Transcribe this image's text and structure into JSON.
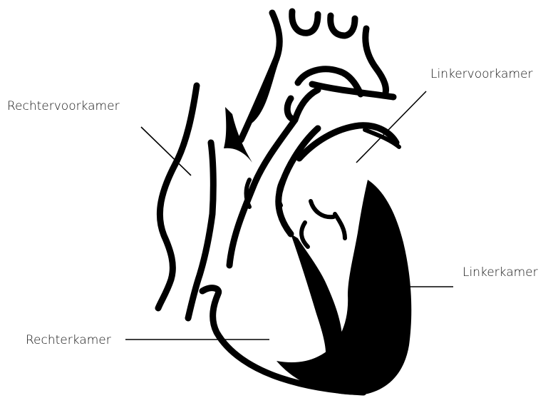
{
  "diagram": {
    "labels": {
      "right_atrium": "Rechtervoorkamer",
      "left_atrium": "Linkervoorkamer",
      "left_ventricle": "Linkerkamer",
      "right_ventricle": "Rechterkamer"
    },
    "colors": {
      "ink": "#000000",
      "background": "#ffffff"
    }
  }
}
